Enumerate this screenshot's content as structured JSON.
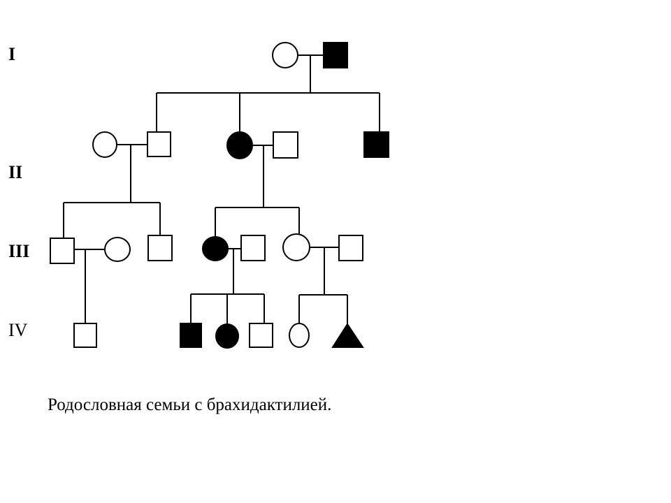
{
  "generations": [
    {
      "label": "I",
      "bold": true
    },
    {
      "label": "II",
      "bold": true
    },
    {
      "label": "III",
      "bold": true
    },
    {
      "label": "IV",
      "bold": false
    }
  ],
  "caption": "Родословная семьи с брахидактилией.",
  "legend_meaning": {
    "square": "male",
    "circle": "female",
    "triangle": "sex unknown",
    "filled": "affected",
    "open": "unaffected"
  },
  "individuals": [
    {
      "id": "I-1",
      "generation": "I",
      "sex": "female",
      "affected": false
    },
    {
      "id": "I-2",
      "generation": "I",
      "sex": "male",
      "affected": true
    },
    {
      "id": "II-1",
      "generation": "II",
      "sex": "female",
      "affected": false
    },
    {
      "id": "II-2",
      "generation": "II",
      "sex": "male",
      "affected": false
    },
    {
      "id": "II-3",
      "generation": "II",
      "sex": "female",
      "affected": true
    },
    {
      "id": "II-4",
      "generation": "II",
      "sex": "male",
      "affected": false
    },
    {
      "id": "II-5",
      "generation": "II",
      "sex": "male",
      "affected": true
    },
    {
      "id": "III-1",
      "generation": "III",
      "sex": "male",
      "affected": false
    },
    {
      "id": "III-2",
      "generation": "III",
      "sex": "female",
      "affected": false
    },
    {
      "id": "III-3",
      "generation": "III",
      "sex": "male",
      "affected": false
    },
    {
      "id": "III-4",
      "generation": "III",
      "sex": "female",
      "affected": true
    },
    {
      "id": "III-5",
      "generation": "III",
      "sex": "male",
      "affected": false
    },
    {
      "id": "III-6",
      "generation": "III",
      "sex": "female",
      "affected": false
    },
    {
      "id": "III-7",
      "generation": "III",
      "sex": "male",
      "affected": false
    },
    {
      "id": "IV-1",
      "generation": "IV",
      "sex": "male",
      "affected": false
    },
    {
      "id": "IV-2",
      "generation": "IV",
      "sex": "male",
      "affected": true
    },
    {
      "id": "IV-3",
      "generation": "IV",
      "sex": "female",
      "affected": true
    },
    {
      "id": "IV-4",
      "generation": "IV",
      "sex": "male",
      "affected": false
    },
    {
      "id": "IV-5",
      "generation": "IV",
      "sex": "female",
      "affected": false
    },
    {
      "id": "IV-6",
      "generation": "IV",
      "sex": "unknown",
      "affected": true
    }
  ],
  "couples": [
    {
      "partners": [
        "I-1",
        "I-2"
      ],
      "children": [
        "II-2",
        "II-3",
        "II-5"
      ]
    },
    {
      "partners": [
        "II-1",
        "II-2"
      ],
      "children": [
        "III-1",
        "III-3"
      ]
    },
    {
      "partners": [
        "II-3",
        "II-4"
      ],
      "children": [
        "III-4",
        "III-6"
      ]
    },
    {
      "partners": [
        "III-1",
        "III-2"
      ],
      "children": [
        "IV-1"
      ]
    },
    {
      "partners": [
        "III-4",
        "III-5"
      ],
      "children": [
        "IV-2",
        "IV-3",
        "IV-4"
      ]
    },
    {
      "partners": [
        "III-6",
        "III-7"
      ],
      "children": [
        "IV-5",
        "IV-6"
      ]
    }
  ]
}
